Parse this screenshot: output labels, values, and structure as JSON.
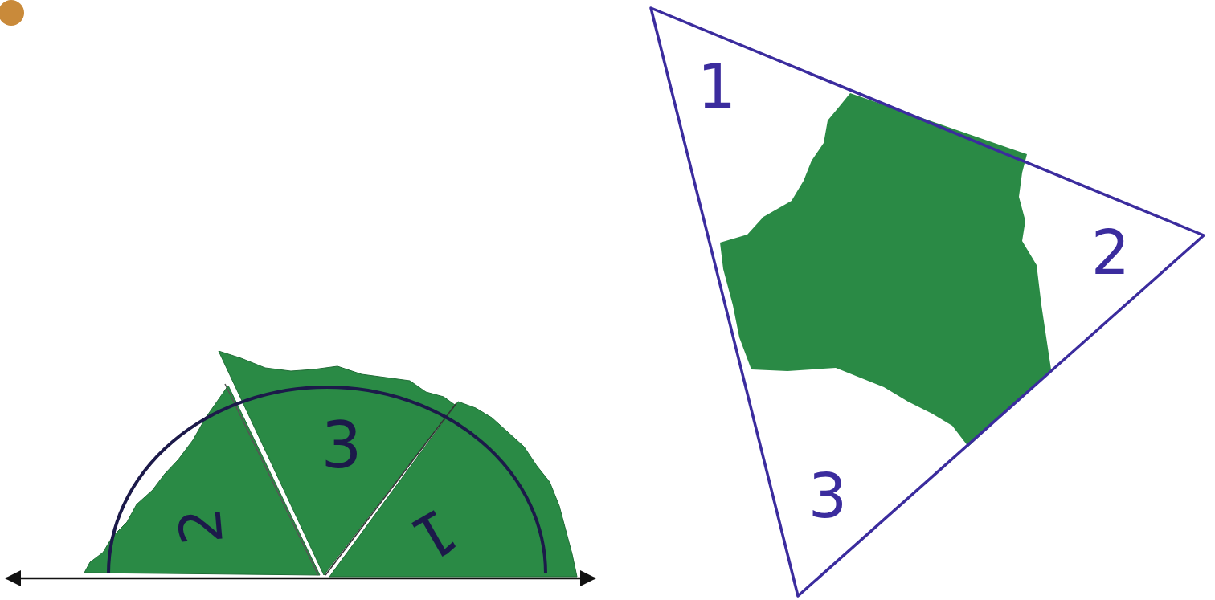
{
  "diagram": {
    "labels": [
      "2",
      "3",
      "1",
      "1",
      "2",
      "3"
    ]
  }
}
